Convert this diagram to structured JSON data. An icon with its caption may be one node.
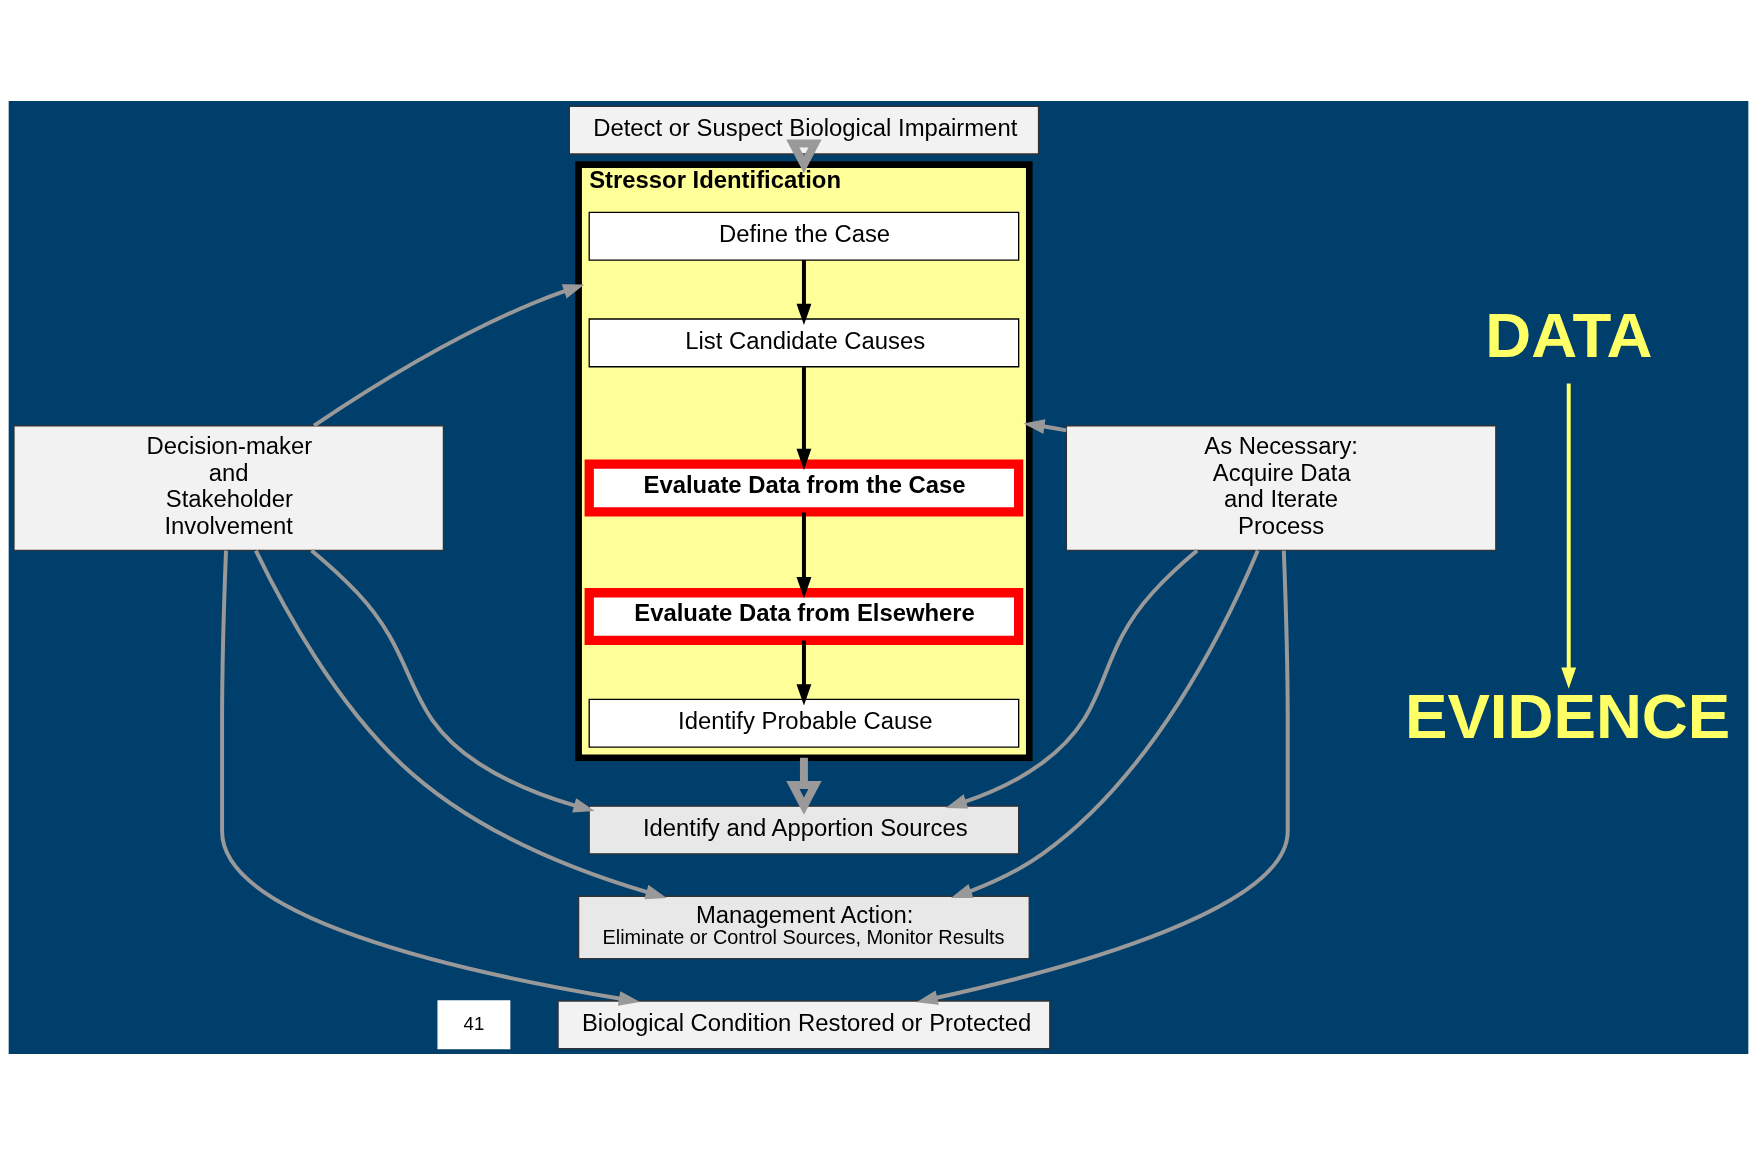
{
  "diagram": {
    "nodes": [
      {
        "text": [
          "Detect or Suspect Biological Impairment"
        ]
      },
      {
        "text": [
          "Stressor Identification"
        ]
      },
      {
        "text": [
          "Define the Case"
        ],
        "in": 1
      },
      {
        "text": [
          "List Candidate Causes"
        ],
        "in": 1
      },
      {
        "text": [
          "Evaluate Data from the Case"
        ],
        "in": 1
      },
      {
        "text": [
          "Evaluate Data from Elsewhere"
        ],
        "in": 1
      },
      {
        "text": [
          "Identify Probable Cause"
        ],
        "in": 1
      },
      {
        "text": [
          "Decision-maker and Stakeholder Involvement"
        ]
      },
      {
        "text": [
          "As Necessary: Acquire Data and Iterate Process"
        ]
      },
      {
        "text": [
          "Identify and Apportion Sources"
        ]
      },
      {
        "text": [
          "Management Action:",
          "Eliminate or Control Sources, Monitor Results"
        ]
      },
      {
        "text": [
          "Biological Condition Restored or Protected"
        ]
      },
      {
        "text": [
          "DATA"
        ]
      },
      {
        "text": [
          "EVIDENCE"
        ]
      }
    ],
    "edges": [
      {
        "from": 0,
        "to": 1,
        "arrow": "to",
        "style": "thick"
      },
      {
        "from": 2,
        "to": 3,
        "arrow": "to",
        "color": "#000000"
      },
      {
        "from": 3,
        "to": 4,
        "arrow": "to",
        "color": "#000000"
      },
      {
        "from": 4,
        "to": 5,
        "arrow": "to",
        "color": "#000000"
      },
      {
        "from": 5,
        "to": 6,
        "arrow": "to",
        "color": "#000000"
      },
      {
        "from": 1,
        "to": 9,
        "arrow": "to",
        "style": "thick"
      },
      {
        "from": 7,
        "to": 1,
        "arrow": "to"
      },
      {
        "from": 7,
        "to": 9,
        "arrow": "to"
      },
      {
        "from": 7,
        "to": 10,
        "arrow": "to"
      },
      {
        "from": 7,
        "to": 11,
        "arrow": "to"
      },
      {
        "from": 8,
        "to": 1,
        "arrow": "to"
      },
      {
        "from": 8,
        "to": 9,
        "arrow": "to"
      },
      {
        "from": 8,
        "to": 10,
        "arrow": "to"
      },
      {
        "from": 8,
        "to": 11,
        "arrow": "to"
      },
      {
        "from": 12,
        "to": 13,
        "arrow": "to",
        "color": "#ffff66"
      }
    ],
    "labels": [
      "41"
    ]
  }
}
